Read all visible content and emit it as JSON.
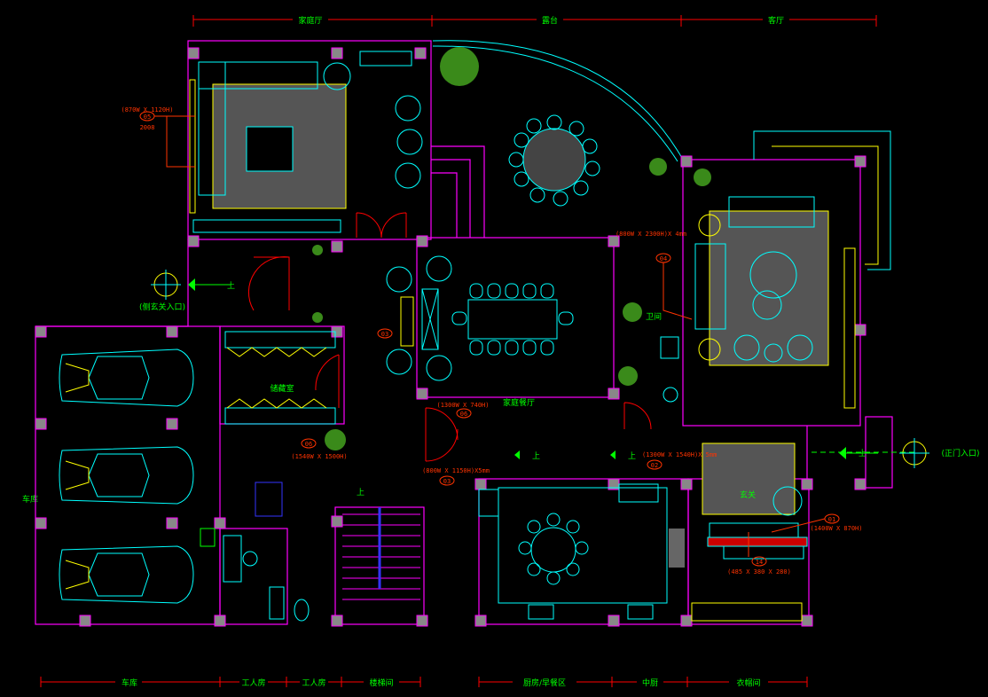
{
  "top_dimension_labels": [
    "家庭厅",
    "露台",
    "客厅"
  ],
  "bottom_dimension_labels": [
    "车库",
    "工人房",
    "工人房",
    "楼梯间",
    "厨房/早餐区",
    "中厨",
    "衣帽间"
  ],
  "side_label": "车库",
  "entrances": {
    "side": "(侧玄关入口)",
    "main": "(正门入口)"
  },
  "room_labels": {
    "storage": "储藏室",
    "dining": "家庭餐厅",
    "toilet": "卫间",
    "foyer": "玄关",
    "up_1": "上",
    "up_2": "上",
    "up_3": "上",
    "up_4": "上",
    "up_5": "上"
  },
  "annotations": [
    {
      "tag": "05",
      "size": "(870W X 1120H)",
      "note": "2008"
    },
    {
      "tag": "04",
      "size": "(800W X 2300H)X 4mm"
    },
    {
      "tag": "03",
      "size": ""
    },
    {
      "tag": "06",
      "size": "(1300W X 740H)"
    },
    {
      "tag": "06",
      "size": "(1540W X 1500H)"
    },
    {
      "tag": "03",
      "size": "(800W X 1150H)X5mm"
    },
    {
      "tag": "02",
      "size": "(1300W X 1540H)X 5mm"
    },
    {
      "tag": "01",
      "size": "(1400W X 870H)"
    },
    {
      "tag": "14",
      "size": "(485 X 380 X 280)"
    }
  ],
  "colors": {
    "background": "#000000",
    "walls": "#ff00ff",
    "furniture": "#00ffff",
    "dimension": "#ff0000",
    "text": "#00ff00",
    "annotation": "#ff3300"
  }
}
